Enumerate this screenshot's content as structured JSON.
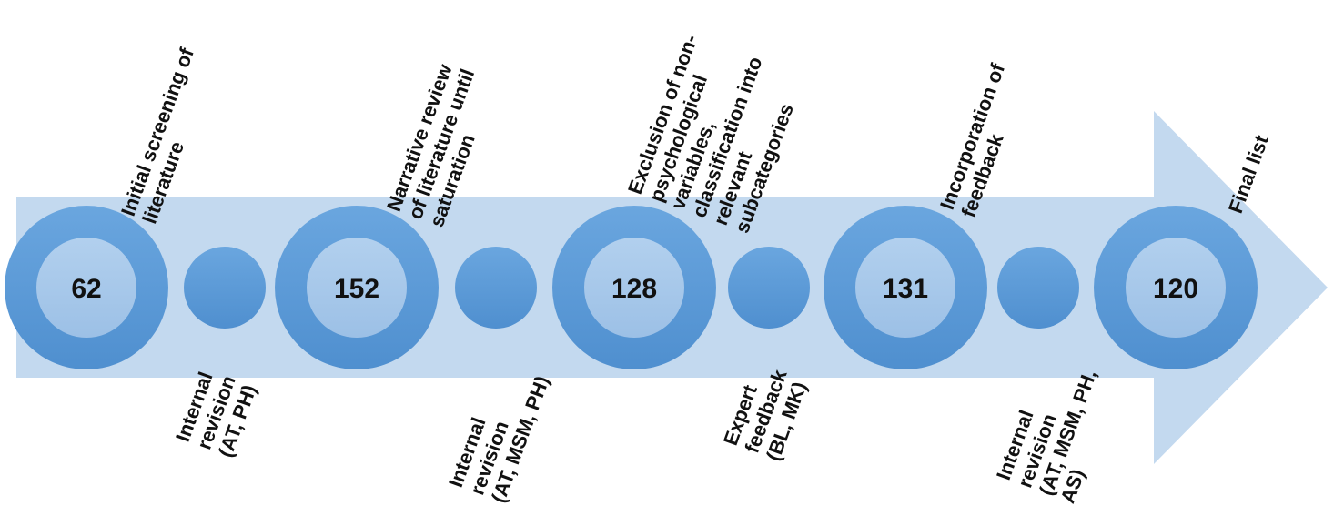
{
  "colors": {
    "arrow": "#c3d9ef",
    "ring_outer": "#5b9bd8",
    "ring_inner": "#a6c8ea",
    "small_circle": "#5b9bd8",
    "text": "#111111"
  },
  "stages": [
    {
      "count": "62",
      "label": [
        "Initial screening of",
        "literature"
      ]
    },
    {
      "count": "152",
      "label": [
        "Narrative review",
        "of literature until",
        "saturation"
      ]
    },
    {
      "count": "128",
      "label": [
        "Exclusion of non-",
        "psychological",
        "variables,",
        "classification into",
        "relevant",
        "subcategories"
      ]
    },
    {
      "count": "131",
      "label": [
        "Incorporation of",
        "feedback"
      ]
    },
    {
      "count": "120",
      "label": [
        "Final list"
      ]
    }
  ],
  "revisions": [
    {
      "label": [
        "Internal",
        "revision",
        "(AT, PH)"
      ]
    },
    {
      "label": [
        "Internal",
        "revision",
        "(AT, MSM, PH)"
      ]
    },
    {
      "label": [
        "Expert",
        "feedback",
        "(BL, MK)"
      ]
    },
    {
      "label": [
        "Internal",
        "revision",
        "(AT, MSM, PH,",
        "AS)"
      ]
    }
  ]
}
